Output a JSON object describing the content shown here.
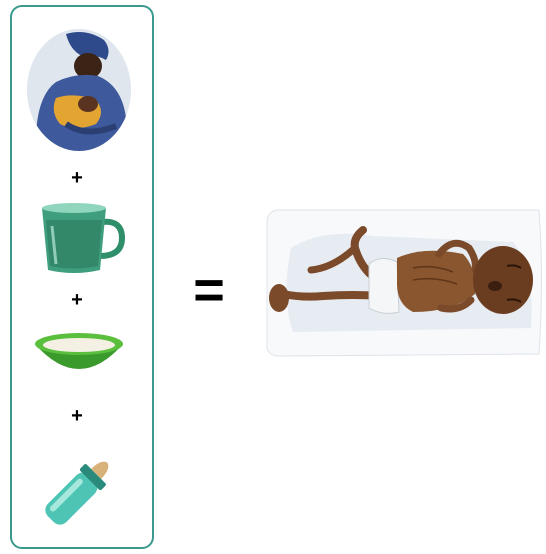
{
  "operators": {
    "plus_1": "+",
    "plus_2": "+",
    "plus_3": "+",
    "equals": "="
  },
  "illustrations": [
    "mother-breastfeeding-illustration",
    "cup-of-water-illustration",
    "bowl-of-porridge-illustration",
    "feeding-bottle-illustration",
    "malnourished-infant-illustration"
  ],
  "colors": {
    "panel_border": "#3a9a8e",
    "cup_green": "#2f8f6a",
    "bowl_green": "#3a9a2c",
    "bottle_teal": "#4ec5b4"
  }
}
